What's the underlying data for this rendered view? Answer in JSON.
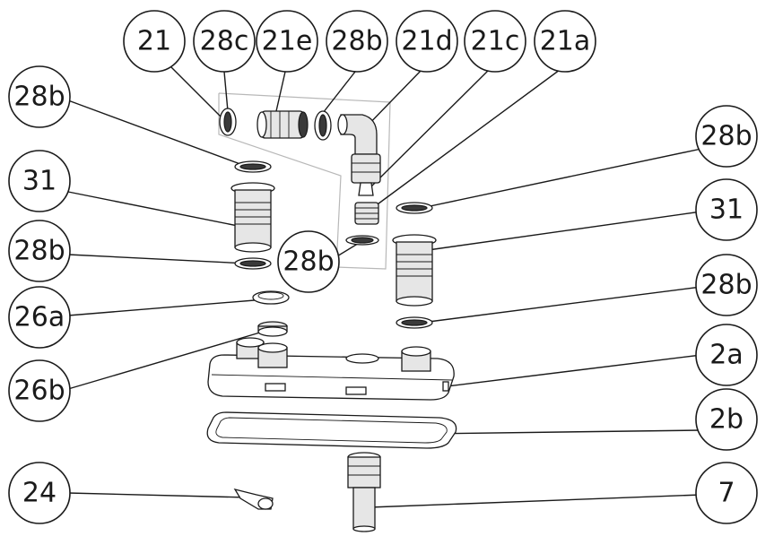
{
  "colors": {
    "line": "#1a1a1a",
    "fill": "#e6e6e6",
    "dark": "#3a3a3a",
    "group_outline": "#b8b8b8"
  },
  "callouts": [
    {
      "id": "c21",
      "label": "21"
    },
    {
      "id": "c28c",
      "label": "28c"
    },
    {
      "id": "c21e",
      "label": "21e"
    },
    {
      "id": "c28b_top",
      "label": "28b"
    },
    {
      "id": "c21d",
      "label": "21d"
    },
    {
      "id": "c21c",
      "label": "21c"
    },
    {
      "id": "c21a",
      "label": "21a"
    },
    {
      "id": "c28b_l1",
      "label": "28b"
    },
    {
      "id": "c31_l",
      "label": "31"
    },
    {
      "id": "c28b_l2",
      "label": "28b"
    },
    {
      "id": "c28b_mid",
      "label": "28b"
    },
    {
      "id": "c26a",
      "label": "26a"
    },
    {
      "id": "c26b",
      "label": "26b"
    },
    {
      "id": "c24",
      "label": "24"
    },
    {
      "id": "c28b_r1",
      "label": "28b"
    },
    {
      "id": "c31_r",
      "label": "31"
    },
    {
      "id": "c28b_r2",
      "label": "28b"
    },
    {
      "id": "c2a",
      "label": "2a"
    },
    {
      "id": "c2b",
      "label": "2b"
    },
    {
      "id": "c7",
      "label": "7"
    }
  ]
}
